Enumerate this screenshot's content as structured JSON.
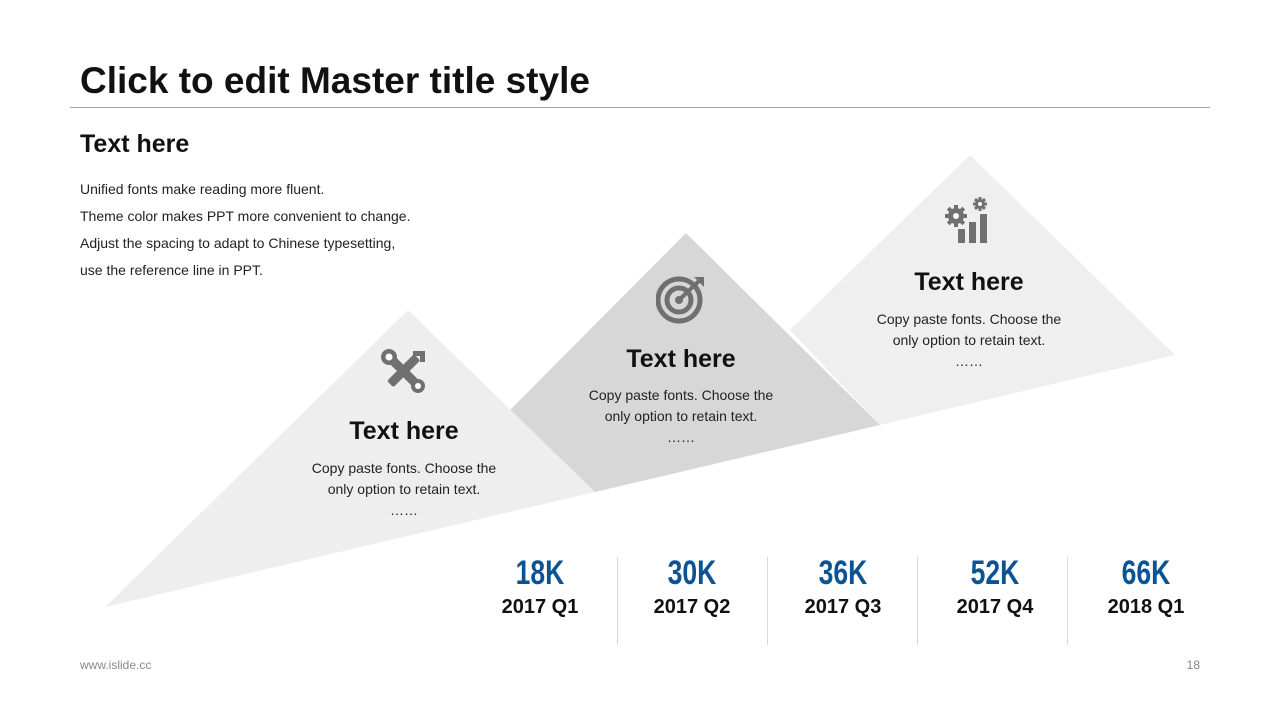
{
  "slide": {
    "title": "Click to edit Master title style",
    "footer_url": "www.islide.cc",
    "page_number": "18"
  },
  "intro": {
    "heading": "Text here",
    "lines": [
      "Unified fonts make reading more fluent.",
      "Theme color makes PPT more convenient to change.",
      "Adjust the spacing to adapt to Chinese typesetting,",
      "use the reference line in PPT."
    ]
  },
  "cards": [
    {
      "icon": "tools-icon",
      "title": "Text here",
      "lines": [
        "Copy paste fonts. Choose the",
        "only option to retain text.",
        "……"
      ]
    },
    {
      "icon": "target-icon",
      "title": "Text here",
      "lines": [
        "Copy paste fonts. Choose the",
        "only option to retain text.",
        "……"
      ]
    },
    {
      "icon": "gear-chart-icon",
      "title": "Text here",
      "lines": [
        "Copy paste fonts. Choose the",
        "only option to retain text.",
        "……"
      ]
    }
  ],
  "stats": [
    {
      "value": "18K",
      "period": "2017 Q1"
    },
    {
      "value": "30K",
      "period": "2017 Q2"
    },
    {
      "value": "36K",
      "period": "2017 Q3"
    },
    {
      "value": "52K",
      "period": "2017 Q4"
    },
    {
      "value": "66K",
      "period": "2018 Q1"
    }
  ],
  "colors": {
    "accent": "#0b5394",
    "triangle_light": "#efefef",
    "triangle_mid": "#d6d6d6",
    "icon": "#707070"
  }
}
